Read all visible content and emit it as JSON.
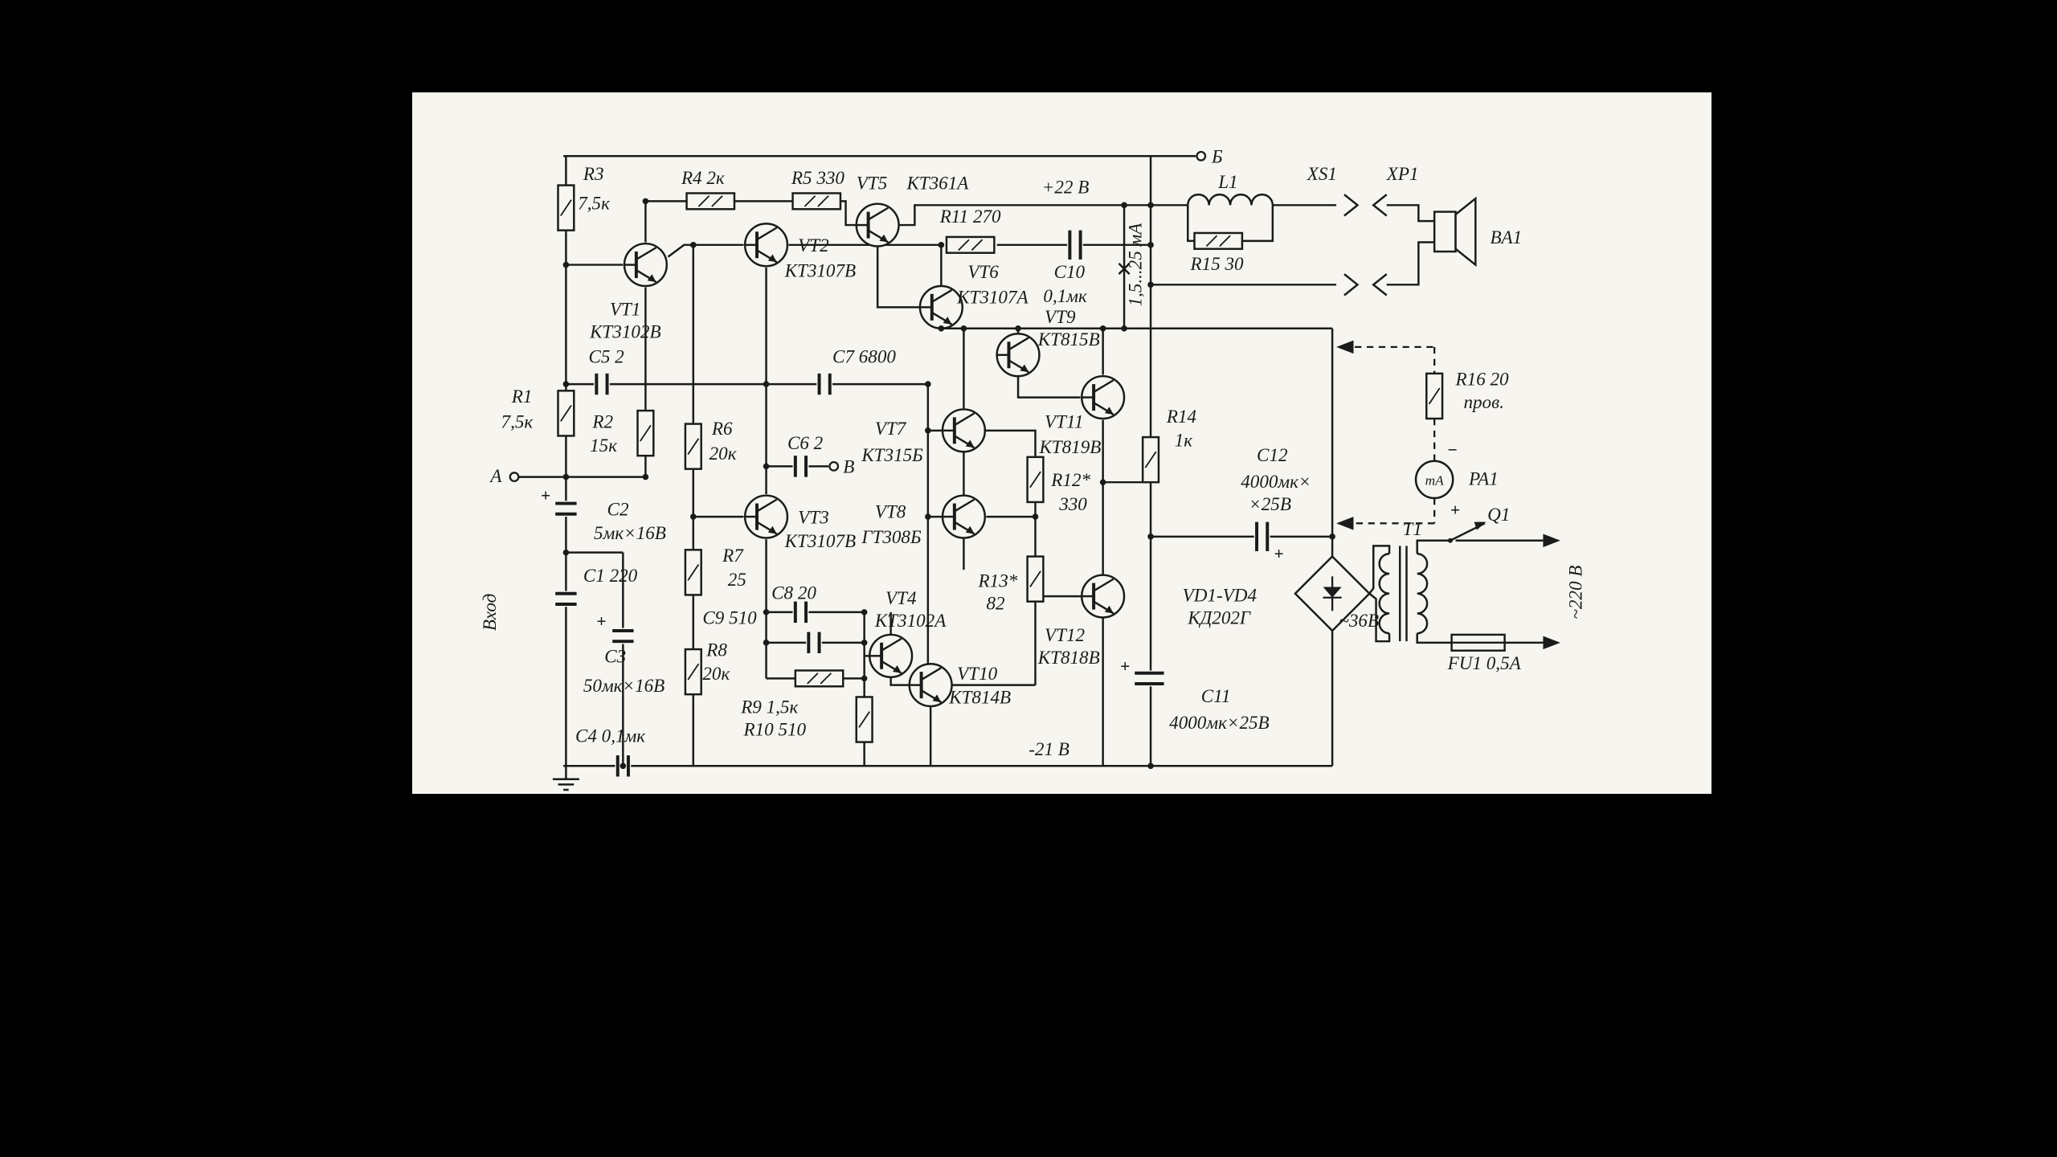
{
  "canvas": {
    "background": "#000000",
    "paper": "#f7f5f0",
    "ink": "#1b1b1b"
  },
  "schematic": {
    "polarity_plus": "+",
    "terminals": {
      "b_top": "Б",
      "a_in": "А",
      "b_mid": "В"
    },
    "rails": {
      "pos": "+22 В",
      "neg": "-21 В"
    },
    "input_label": "Вход",
    "mains_label": "~220 В",
    "current_range": "1,5...25 мА",
    "transistors": {
      "vt1": {
        "ref": "VT1",
        "type": "КТ3102В"
      },
      "vt2": {
        "ref": "VT2",
        "type": "КТ3107В"
      },
      "vt3": {
        "ref": "VT3",
        "type": "КТ3107В"
      },
      "vt4": {
        "ref": "VT4",
        "type": "КТ3102А"
      },
      "vt5": {
        "ref": "VT5",
        "type": "КТ361А"
      },
      "vt6": {
        "ref": "VT6",
        "type": "КТ3107А"
      },
      "vt7": {
        "ref": "VT7",
        "type": "КТ315Б"
      },
      "vt8": {
        "ref": "VT8",
        "type": "ГТ308Б"
      },
      "vt9": {
        "ref": "VT9",
        "type": "КТ815В"
      },
      "vt10": {
        "ref": "VT10",
        "type": "КТ814В"
      },
      "vt11": {
        "ref": "VT11",
        "type": "КТ819В"
      },
      "vt12": {
        "ref": "VT12",
        "type": "КТ818В"
      }
    },
    "resistors": {
      "r1": {
        "ref": "R1",
        "value": "7,5к"
      },
      "r2": {
        "ref": "R2",
        "value": "15к"
      },
      "r3": {
        "ref": "R3",
        "value": "7,5к"
      },
      "r4": {
        "label": "R4 2к"
      },
      "r5": {
        "label": "R5 330"
      },
      "r6": {
        "ref": "R6",
        "value": "20к"
      },
      "r7": {
        "ref": "R7",
        "value": "25"
      },
      "r8": {
        "ref": "R8",
        "value": "20к"
      },
      "r9": {
        "label": "R9 1,5к"
      },
      "r10": {
        "label": "R10 510"
      },
      "r11": {
        "label": "R11 270"
      },
      "r12": {
        "ref": "R12*",
        "value": "330"
      },
      "r13": {
        "ref": "R13*",
        "value": "82"
      },
      "r14": {
        "ref": "R14",
        "value": "1к"
      },
      "r15": {
        "label": "R15 30"
      },
      "r16": {
        "ref": "R16 20",
        "value": "пров."
      }
    },
    "capacitors": {
      "c1": {
        "label": "C1 220"
      },
      "c2": {
        "ref": "C2",
        "value": "5мк×16В"
      },
      "c3": {
        "ref": "C3",
        "value": "50мк×16В"
      },
      "c4": {
        "label": "C4 0,1мк"
      },
      "c5": {
        "label": "C5 2"
      },
      "c6": {
        "label": "C6 2"
      },
      "c7": {
        "label": "C7 6800"
      },
      "c8": {
        "label": "C8 20"
      },
      "c9": {
        "label": "C9 510"
      },
      "c10": {
        "ref": "C10",
        "value": "0,1мк"
      },
      "c11": {
        "ref": "C11",
        "value": "4000мк×25В"
      },
      "c12": {
        "ref": "C12",
        "value1": "4000мк×",
        "value2": "×25В"
      }
    },
    "diodes": {
      "vd": {
        "ref": "VD1-VD4",
        "type": "КД202Г"
      }
    },
    "inductor": {
      "l1": "L1"
    },
    "connectors": {
      "xs1": "XS1",
      "xp1": "XP1"
    },
    "speaker": {
      "ba1": "BA1"
    },
    "transformer": {
      "t1": "T1"
    },
    "switch": {
      "q1": "Q1"
    },
    "fuse": {
      "fu1": "FU1 0,5А"
    },
    "secondary_voltage": "~36В",
    "meter": {
      "ref": "PA1",
      "unit": "mA",
      "minus": "−",
      "plus": "+"
    }
  }
}
